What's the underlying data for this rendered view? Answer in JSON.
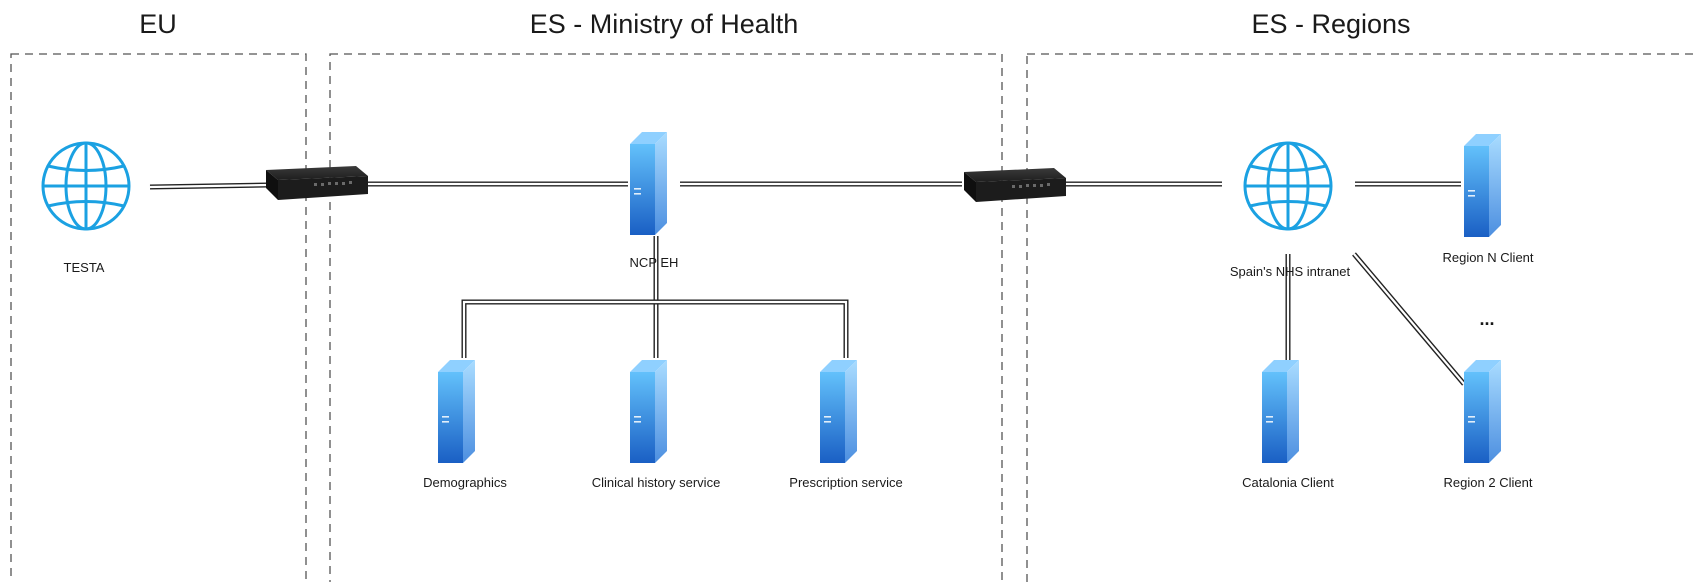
{
  "zones": {
    "eu": "EU",
    "ministry": "ES - Ministry of Health",
    "regions": "ES - Regions"
  },
  "nodes": {
    "testa": "TESTA",
    "ncp": "NCP EH",
    "demographics": "Demographics",
    "clinical": "Clinical history service",
    "prescription": "Prescription service",
    "intranet": "Spain's NHS intranet",
    "regionN": "Region N Client",
    "ellipsis": "...",
    "catalonia": "Catalonia Client",
    "region2": "Region 2 Client"
  },
  "icons": {
    "globe": "globe-icon",
    "router": "router-icon",
    "server": "server-icon"
  },
  "colors": {
    "globe": "#1ba1e2",
    "server_light": "#59b7f5",
    "server_dark": "#1565c0",
    "router": "#2b2b2b"
  }
}
